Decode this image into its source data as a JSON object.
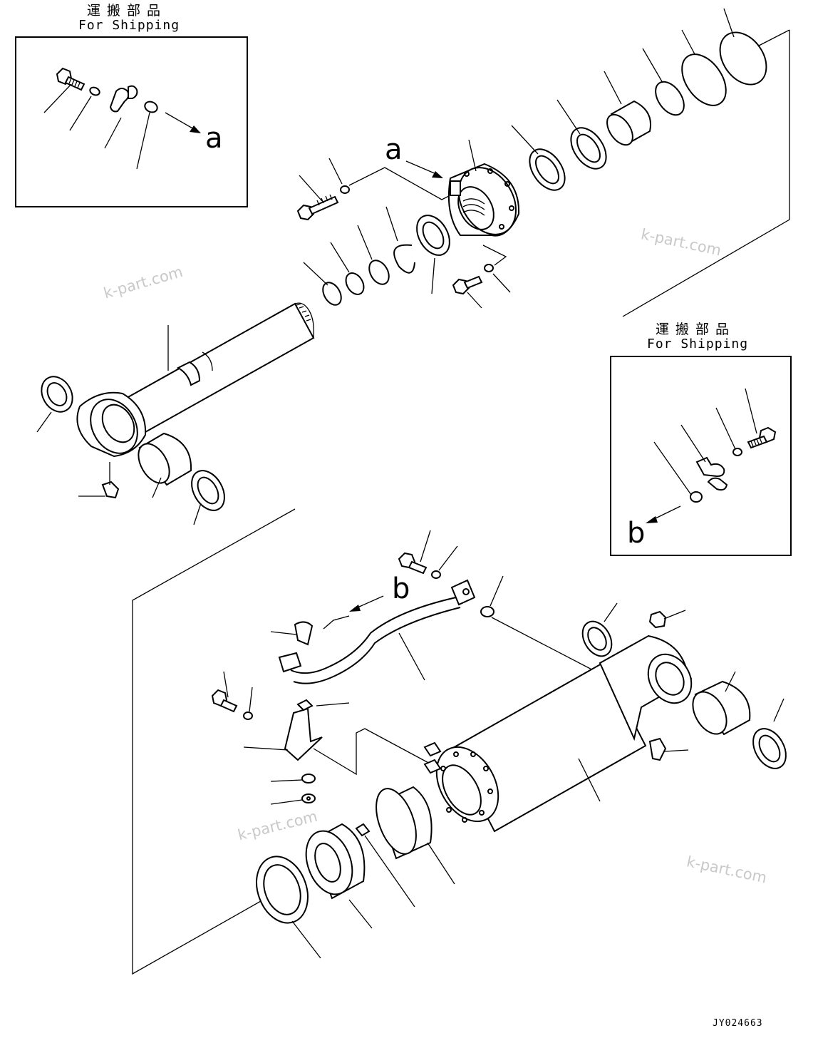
{
  "shipping_boxes": [
    {
      "label_jp": "運搬部品",
      "label_en": "For Shipping",
      "ref_letter": "a"
    },
    {
      "label_jp": "運搬部品",
      "label_en": "For Shipping",
      "ref_letter": "b"
    }
  ],
  "ref_letters": {
    "a": "a",
    "b": "b"
  },
  "watermark": "k-part.com",
  "drawing_number": "JY024663"
}
